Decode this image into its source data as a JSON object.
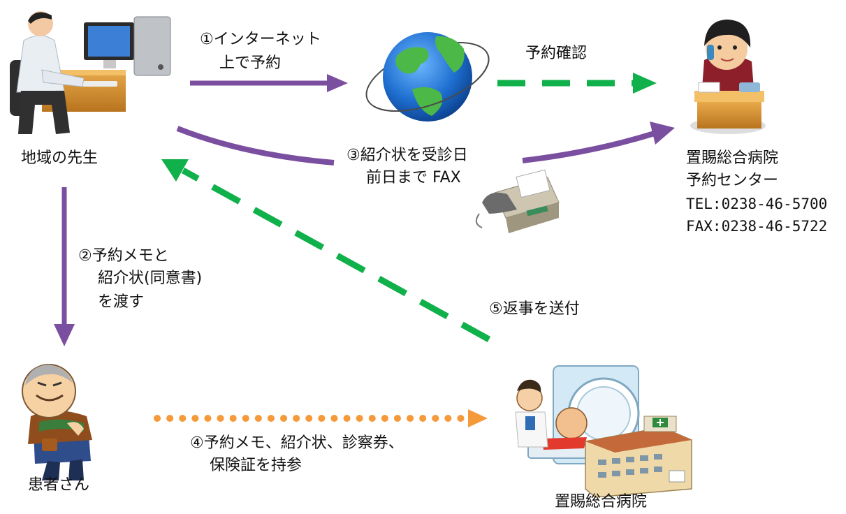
{
  "nodes": {
    "doctor": {
      "label": "地域の先生",
      "icon": "doctor-computer-icon"
    },
    "internet": {
      "icon": "globe-icon"
    },
    "center": {
      "line1": "置賜総合病院",
      "line2": "予約センター",
      "tel": "TEL:0238-46-5700",
      "fax": "FAX:0238-46-5722",
      "icon": "receptionist-phone-icon"
    },
    "patient": {
      "label": "患者さん",
      "icon": "patient-icon"
    },
    "hospital": {
      "label": "置賜総合病院",
      "icon": "hospital-mri-icon"
    },
    "fax_machine": {
      "icon": "fax-machine-icon"
    }
  },
  "steps": {
    "s1": {
      "line1": "①インターネット",
      "line2": "上で予約"
    },
    "confirm": {
      "line1": "予約確認"
    },
    "s2": {
      "line1": "②予約メモと",
      "line2": "紹介状(同意書)",
      "line3": "を渡す"
    },
    "s3": {
      "line1": "③紹介状を受診日",
      "line2": "前日まで FAX"
    },
    "s4": {
      "line1": "④予約メモ、紹介状、診察券、",
      "line2": "保険証を持参"
    },
    "s5": {
      "line1": "⑤返事を送付"
    }
  },
  "colors": {
    "purple": "#7B4FA0",
    "green": "#10B04A",
    "orange": "#F59A3A",
    "globe_ocean": "#1E6FD0",
    "globe_land": "#4CB848"
  }
}
